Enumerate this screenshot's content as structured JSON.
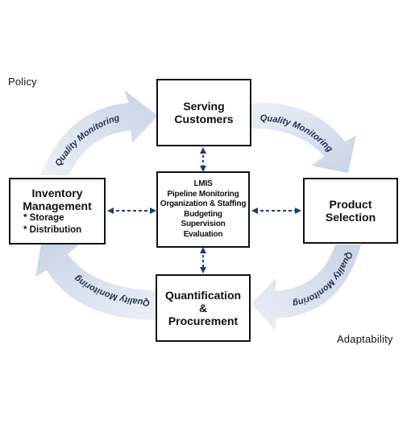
{
  "corners": {
    "top_left": "Policy",
    "bottom_right": "Adaptability"
  },
  "nodes": {
    "serving": [
      "Serving",
      "Customers"
    ],
    "product": [
      "Product",
      "Selection"
    ],
    "quantification": [
      "Quantification",
      "&",
      "Procurement"
    ],
    "inventory": {
      "title": [
        "Inventory",
        "Management"
      ],
      "items": [
        "* Storage",
        "* Distribution"
      ]
    }
  },
  "center": [
    "LMIS",
    "Pipeline Monitoring",
    "Organization & Staffing",
    "Budgeting",
    "Supervision",
    "Evaluation"
  ],
  "cycle_labels": [
    "Quality Monitoring",
    "Quality Monitoring",
    "Quality Monitoring",
    "Quality Monitoring"
  ],
  "colors": {
    "cycle_arrow": "#d4dceb",
    "connector": "#1c3f76",
    "border": "#111111"
  }
}
